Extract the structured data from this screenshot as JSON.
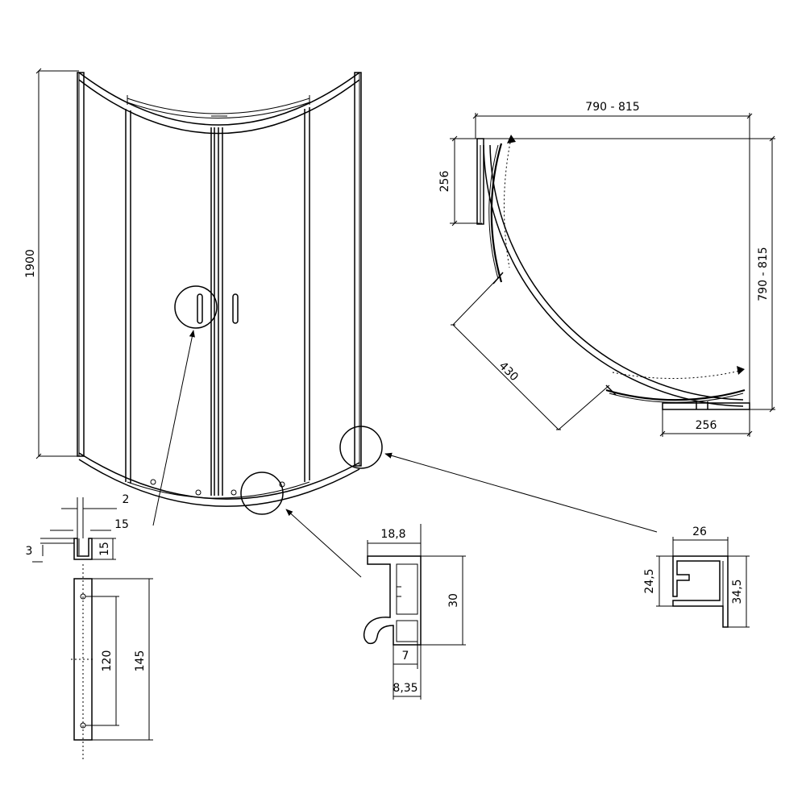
{
  "front_view": {
    "height_label": "1900"
  },
  "plan_view": {
    "width_label": "790 - 815",
    "depth_label": "790 - 815",
    "side_panel_left_label": "256",
    "side_panel_bottom_label": "256",
    "door_opening_label": "430"
  },
  "detail_wall_profile": {
    "thickness_label": "2",
    "width_label": "15",
    "edge_label": "3",
    "height_label": "15",
    "hole_spacing_label": "120",
    "length_label": "145"
  },
  "detail_door_profile": {
    "width_label": "18,8",
    "height_label": "30",
    "channel_label": "7",
    "base_label": "8,35"
  },
  "detail_corner_profile": {
    "width_label": "26",
    "inner_height_label": "24,5",
    "outer_height_label": "34,5"
  }
}
